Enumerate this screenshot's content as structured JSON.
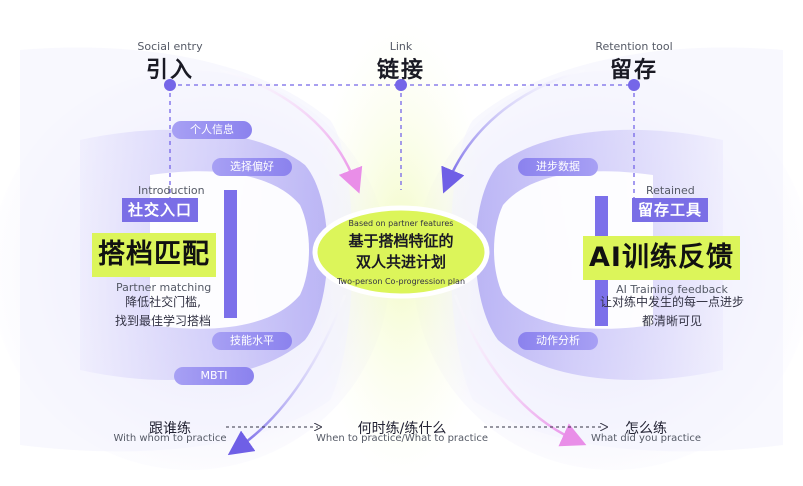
{
  "top": {
    "left": {
      "en": "Social entry",
      "cn": "引入"
    },
    "middle": {
      "en": "Link",
      "cn": "链接"
    },
    "right": {
      "en": "Retention tool",
      "cn": "留存"
    }
  },
  "center": {
    "en_top": "Based on partner features",
    "line1": "基于搭档特征的",
    "line2": "双人共进计划",
    "en_bottom": "Two-person Co-progression plan"
  },
  "left_panel": {
    "en_label": "Introduction",
    "badge": "社交入口",
    "title": "搭档匹配",
    "en_desc": "Partner matching",
    "desc_line1": "降低社交门槛,",
    "desc_line2": "找到最佳学习搭档",
    "tags": [
      "个人信息",
      "选择偏好",
      "技能水平",
      "MBTI"
    ]
  },
  "right_panel": {
    "en_label": "Retained",
    "badge": "留存工具",
    "title": "AI训练反馈",
    "en_desc": "AI Training feedback",
    "desc_line1": "让对练中发生的每一点进步",
    "desc_line2": "都清晰可见",
    "tags": [
      "进步数据",
      "动作分析"
    ]
  },
  "bottom": {
    "left": {
      "cn": "跟谁练",
      "en": "With whom to practice"
    },
    "middle": {
      "cn": "何时练/练什么",
      "en": "When to practice/What to practice"
    },
    "right": {
      "cn": "怎么练",
      "en": "What did you practice"
    }
  },
  "colors": {
    "purple": "#7c70ea",
    "lavender": "#a7a0f4",
    "lime": "#dcf55a",
    "pink": "#e98ee8",
    "dot": "#7566e8"
  }
}
